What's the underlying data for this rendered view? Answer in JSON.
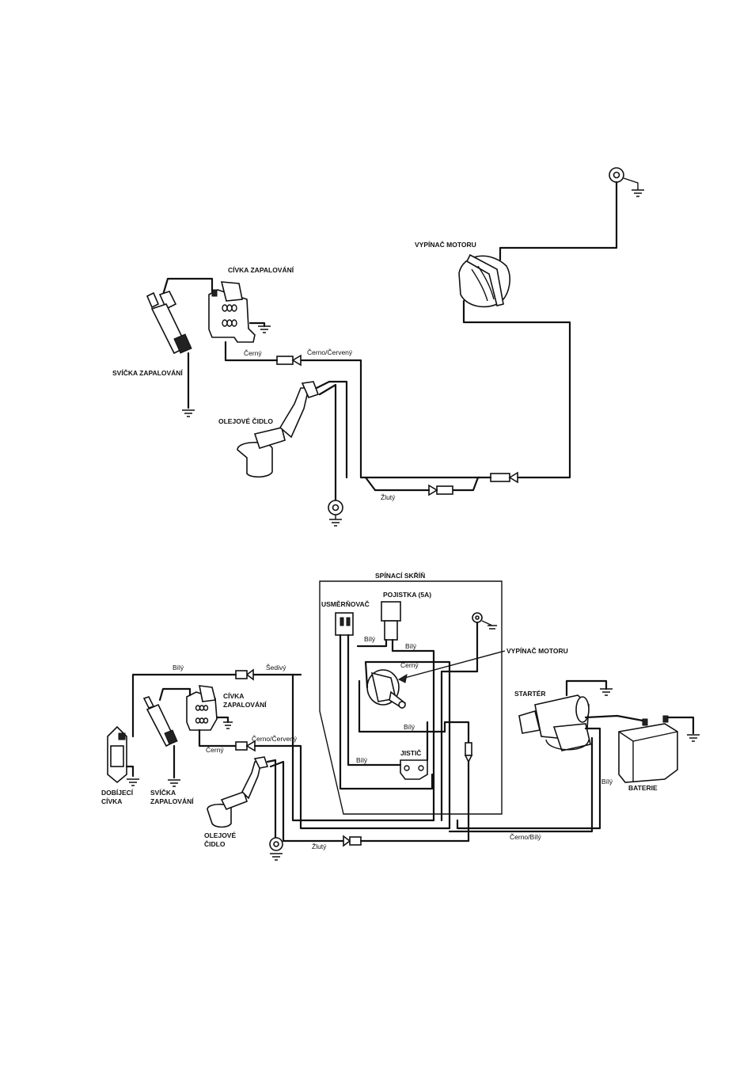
{
  "diagram1": {
    "labels": {
      "engine_switch": "VYPÍNAČ MOTORU",
      "ignition_coil": "CÍVKA ZAPALOVÁNÍ",
      "spark_plug": "SVÍČKA ZAPALOVÁNÍ",
      "oil_sensor": "OLEJOVÉ ČIDLO"
    },
    "wires": {
      "black": "Černý",
      "black_red": "Černo/Červený",
      "yellow": "Žlutý"
    }
  },
  "diagram2": {
    "labels": {
      "switch_box": "SPÍNACÍ SKŘÍŇ",
      "rectifier": "USMĚRŇOVAČ",
      "fuse": "POJISTKA (5A)",
      "engine_switch": "VYPÍNAČ MOTORU",
      "ignition_coil_1": "CÍVKA",
      "ignition_coil_2": "ZAPALOVÁNÍ",
      "starter": "STARTÉR",
      "battery": "BATERIE",
      "breaker": "JISTIČ",
      "charging_coil_1": "DOBÍJECÍ",
      "charging_coil_2": "CÍVKA",
      "spark_plug_1": "SVÍČKA",
      "spark_plug_2": "ZAPALOVÁNÍ",
      "oil_sensor_1": "OLEJOVÉ",
      "oil_sensor_2": "ČIDLO"
    },
    "wires": {
      "white_1": "Bílý",
      "white_2": "Bílý",
      "white_3": "Bílý",
      "white_4": "Bílý",
      "white_5": "Bílý",
      "white_6": "Bílý",
      "grey": "Šedivý",
      "black": "Černý",
      "black_2": "Černý",
      "black_red": "Černo/Červený",
      "yellow": "Žlutý",
      "black_white": "Černo/Bílý"
    }
  }
}
